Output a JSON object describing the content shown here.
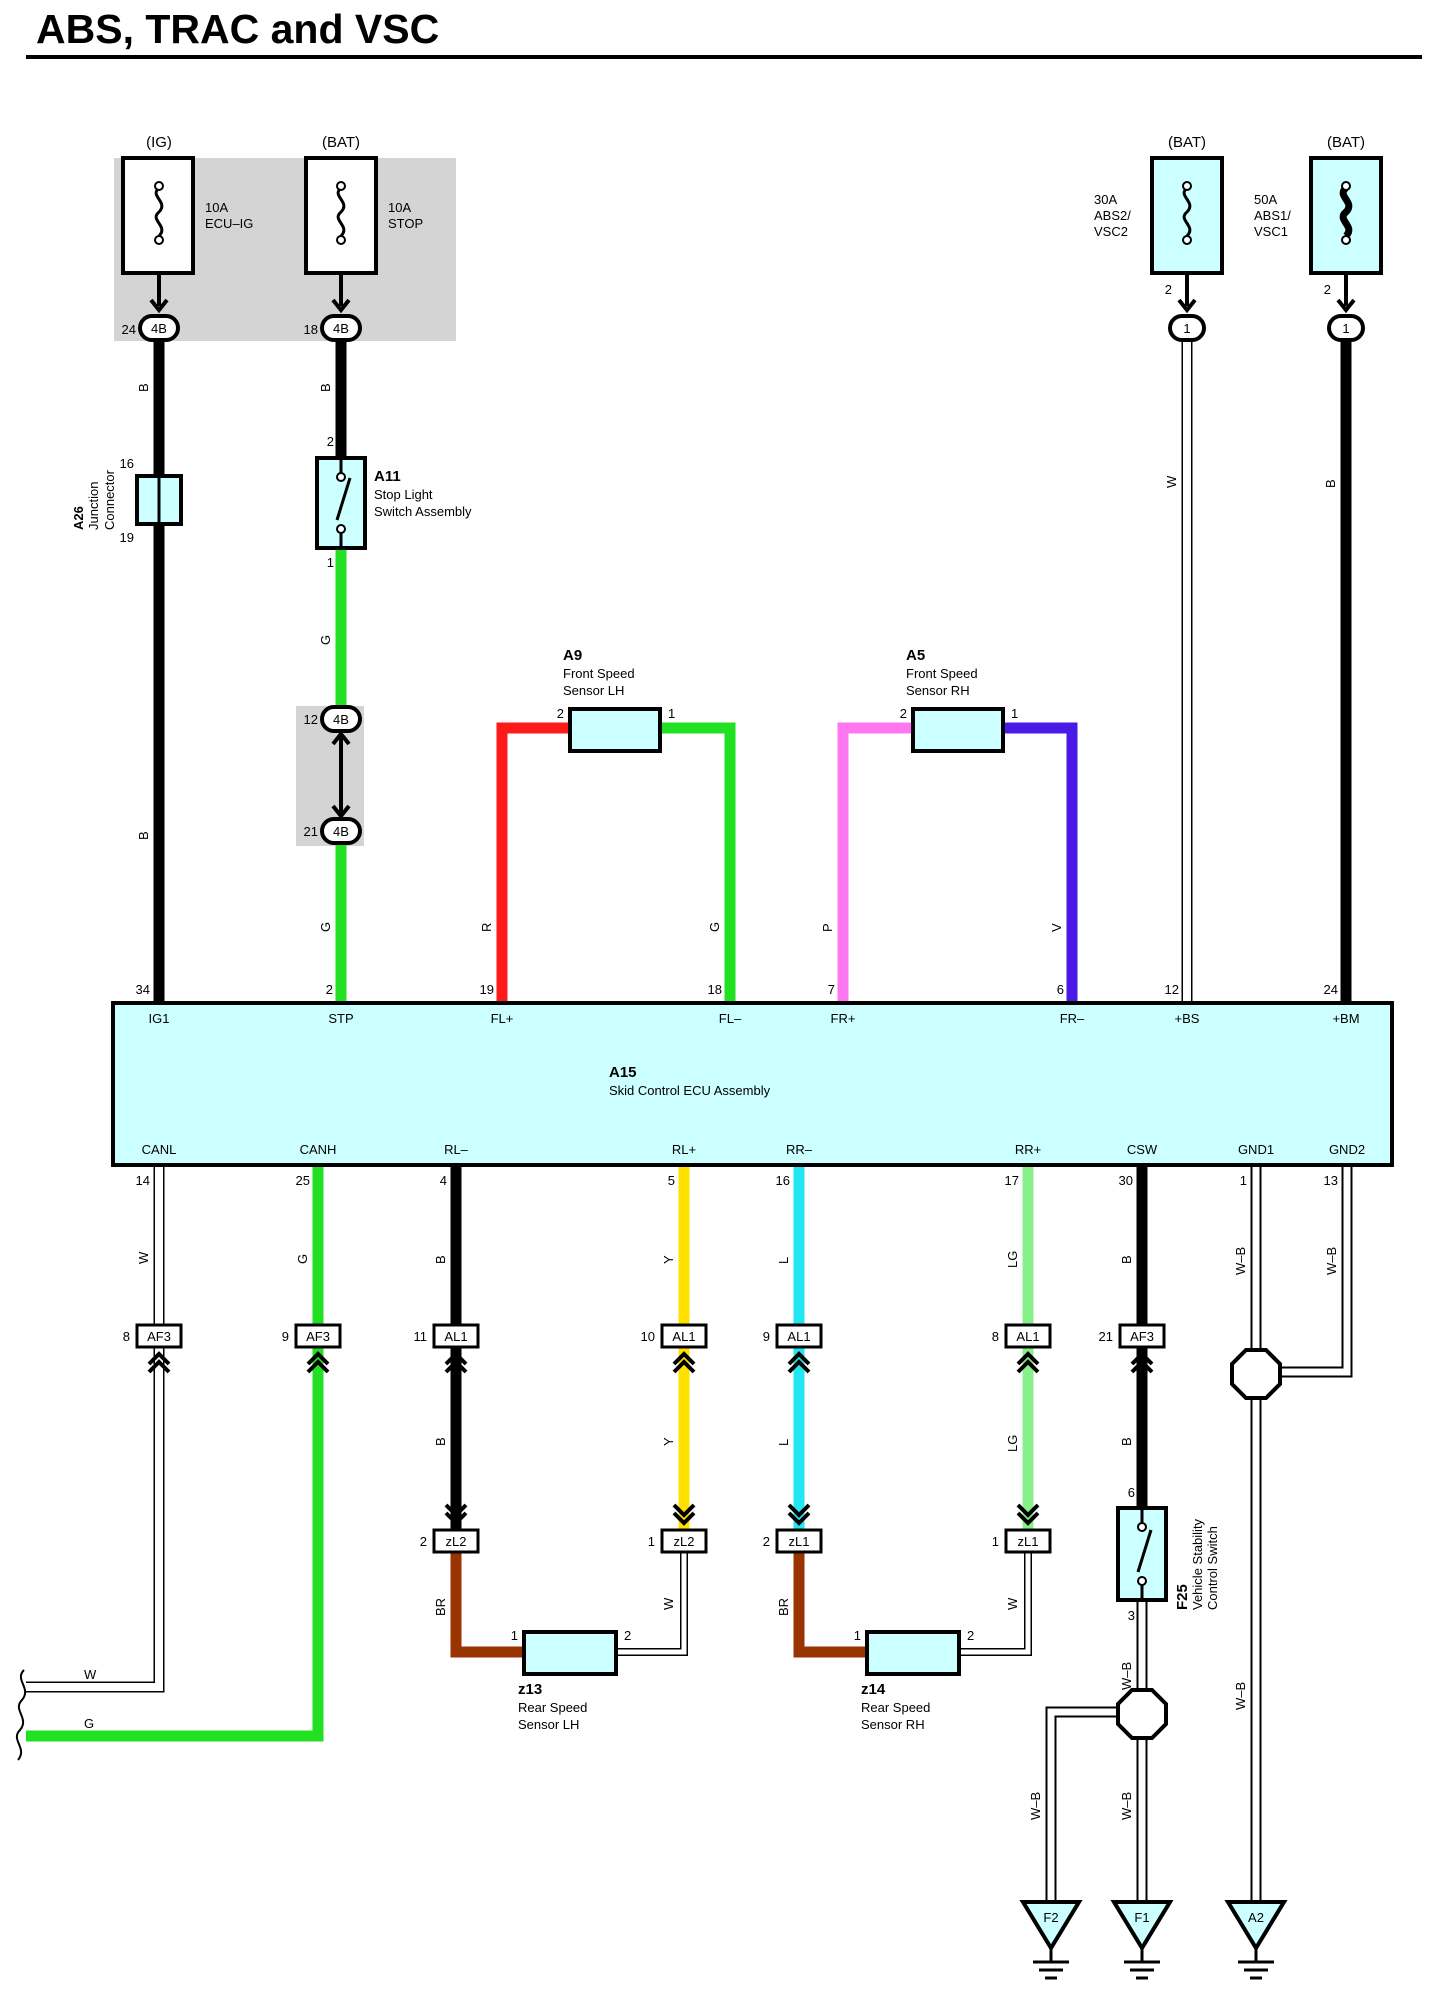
{
  "title": "ABS, TRAC and VSC",
  "colors": {
    "B": "#000000",
    "W": "#ffffff",
    "G": "#22e022",
    "R": "#ff1a1a",
    "P": "#ff77f0",
    "V": "#4a1ae6",
    "Y": "#ffe000",
    "L": "#22e6f0",
    "LG": "#88f088",
    "BR": "#993300",
    "component_fill": "#ccffff",
    "shade": "#d4d4d4"
  },
  "fuses": [
    {
      "id": "f1",
      "source": "(IG)",
      "rating": "10A",
      "name": "ECU–IG",
      "pin": "24",
      "conn": "4B"
    },
    {
      "id": "f2",
      "source": "(BAT)",
      "rating": "10A",
      "name": "STOP",
      "pin": "18",
      "conn": "4B"
    },
    {
      "id": "f3",
      "source": "(BAT)",
      "rating": "30A",
      "name1": "ABS2/",
      "name2": "VSC2",
      "pin": "2",
      "conn": "1"
    },
    {
      "id": "f4",
      "source": "(BAT)",
      "rating": "50A",
      "name1": "ABS1/",
      "name2": "VSC1",
      "pin": "2",
      "conn": "1"
    }
  ],
  "junction": {
    "code": "A26",
    "name1": "Junction",
    "name2": "Connector",
    "pin_top": "16",
    "pin_bottom": "19"
  },
  "stop_switch": {
    "code": "A11",
    "name1": "Stop Light",
    "name2": "Switch Assembly",
    "pin_top": "2",
    "pin_bottom": "1"
  },
  "inline_4b": {
    "conn": "4B",
    "pin_top": "12",
    "pin_bottom": "21"
  },
  "front_lh": {
    "code": "A9",
    "name1": "Front Speed",
    "name2": "Sensor LH",
    "pin_left": "2",
    "pin_right": "1"
  },
  "front_rh": {
    "code": "A5",
    "name1": "Front Speed",
    "name2": "Sensor RH",
    "pin_left": "2",
    "pin_right": "1"
  },
  "ecu": {
    "code": "A15",
    "name": "Skid Control ECU Assembly",
    "top_pins": [
      {
        "num": "34",
        "label": "IG1"
      },
      {
        "num": "2",
        "label": "STP"
      },
      {
        "num": "19",
        "label": "FL+"
      },
      {
        "num": "18",
        "label": "FL–"
      },
      {
        "num": "7",
        "label": "FR+"
      },
      {
        "num": "6",
        "label": "FR–"
      },
      {
        "num": "12",
        "label": "+BS"
      },
      {
        "num": "24",
        "label": "+BM"
      }
    ],
    "bottom_pins": [
      {
        "num": "14",
        "label": "CANL"
      },
      {
        "num": "25",
        "label": "CANH"
      },
      {
        "num": "4",
        "label": "RL–"
      },
      {
        "num": "5",
        "label": "RL+"
      },
      {
        "num": "16",
        "label": "RR–"
      },
      {
        "num": "17",
        "label": "RR+"
      },
      {
        "num": "30",
        "label": "CSW"
      },
      {
        "num": "1",
        "label": "GND1"
      },
      {
        "num": "13",
        "label": "GND2"
      }
    ]
  },
  "wire_colors_upper": [
    "B",
    "B",
    "B",
    "G",
    "G",
    "R",
    "G",
    "P",
    "V",
    "W",
    "B"
  ],
  "wire_colors_lower": [
    "W",
    "G",
    "B",
    "Y",
    "L",
    "LG",
    "B",
    "W–B",
    "W–B"
  ],
  "mid_connectors": [
    {
      "pin": "8",
      "conn": "AF3"
    },
    {
      "pin": "9",
      "conn": "AF3"
    },
    {
      "pin": "11",
      "conn": "AL1"
    },
    {
      "pin": "10",
      "conn": "AL1"
    },
    {
      "pin": "9",
      "conn": "AL1"
    },
    {
      "pin": "8",
      "conn": "AL1"
    },
    {
      "pin": "21",
      "conn": "AF3"
    }
  ],
  "wire_colors_mid": [
    "B",
    "Y",
    "L",
    "LG",
    "B"
  ],
  "lower_connectors": [
    {
      "pin": "2",
      "conn": "zL2"
    },
    {
      "pin": "1",
      "conn": "zL2"
    },
    {
      "pin": "2",
      "conn": "zL1"
    },
    {
      "pin": "1",
      "conn": "zL1"
    }
  ],
  "rear_lh": {
    "code": "z13",
    "name1": "Rear Speed",
    "name2": "Sensor LH",
    "pin_left": "1",
    "pin_right": "2",
    "wire_left": "BR",
    "wire_right": "W"
  },
  "rear_rh": {
    "code": "z14",
    "name1": "Rear Speed",
    "name2": "Sensor RH",
    "pin_left": "1",
    "pin_right": "2",
    "wire_left": "BR",
    "wire_right": "W"
  },
  "vsc_switch": {
    "code": "F25",
    "name1": "Vehicle Stability",
    "name2": "Control Switch",
    "pin_top": "6",
    "pin_bottom": "3",
    "wire_below": "W–B"
  },
  "offpage": {
    "w_label": "W",
    "g_label": "G"
  },
  "ground_wires": [
    "W–B",
    "W–B",
    "W–B"
  ],
  "grounds": [
    "F2",
    "F1",
    "A2"
  ]
}
